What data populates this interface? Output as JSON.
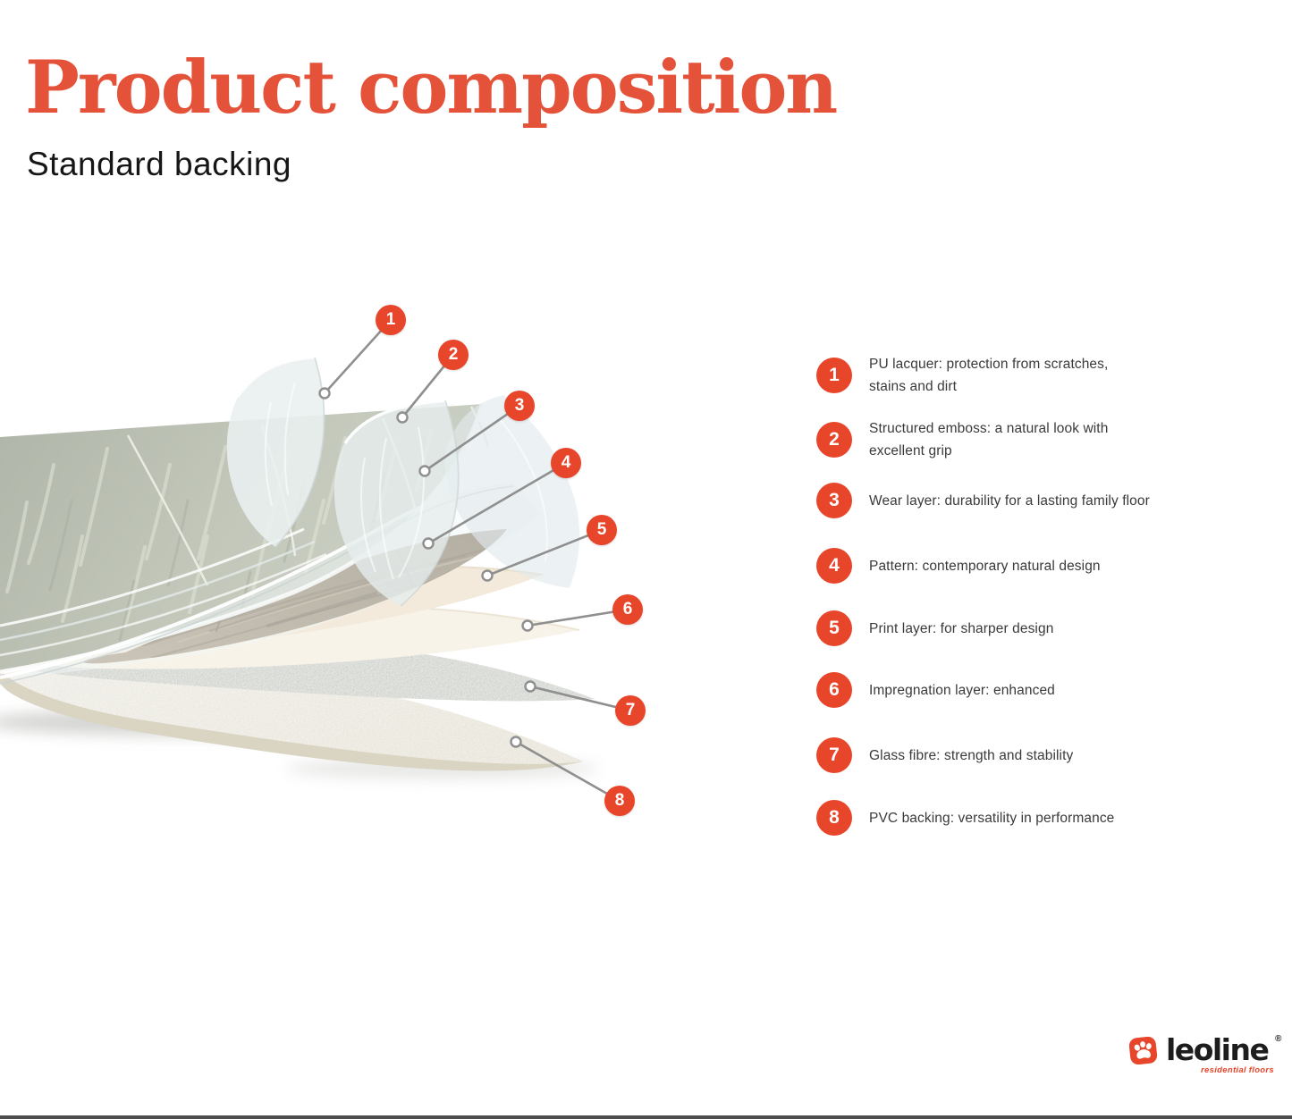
{
  "header": {
    "title": "Product composition",
    "subtitle": "Standard backing"
  },
  "colors": {
    "accent": "#E8462B",
    "title": "#E5523A",
    "legend_text": "#3A3A3A",
    "connector": "#8F8F8F",
    "footer_rule": "#4D4D4D"
  },
  "diagram": {
    "description": "exploded layers of vinyl flooring",
    "callouts": [
      {
        "number": "1",
        "layer": "PU lacquer"
      },
      {
        "number": "2",
        "layer": "Structured emboss"
      },
      {
        "number": "3",
        "layer": "Wear layer"
      },
      {
        "number": "4",
        "layer": "Pattern"
      },
      {
        "number": "5",
        "layer": "Print layer"
      },
      {
        "number": "6",
        "layer": "Impregnation layer"
      },
      {
        "number": "7",
        "layer": "Glass fibre"
      },
      {
        "number": "8",
        "layer": "PVC backing"
      }
    ]
  },
  "legend": {
    "items": [
      {
        "number": "1",
        "text": "PU lacquer: protection from scratches,\nstains and dirt"
      },
      {
        "number": "2",
        "text": "Structured emboss: a natural look with\nexcellent grip"
      },
      {
        "number": "3",
        "text": "Wear layer: durability for a lasting family floor"
      },
      {
        "number": "4",
        "text": "Pattern: contemporary natural design"
      },
      {
        "number": "5",
        "text": "Print layer: for sharper design"
      },
      {
        "number": "6",
        "text": "Impregnation layer: enhanced"
      },
      {
        "number": "7",
        "text": "Glass fibre: strength and stability"
      },
      {
        "number": "8",
        "text": "PVC backing: versatility in performance"
      }
    ]
  },
  "footer": {
    "brand": "leoline",
    "registered": "®",
    "tagline": "residential floors",
    "logo_icon": "paw-icon"
  }
}
